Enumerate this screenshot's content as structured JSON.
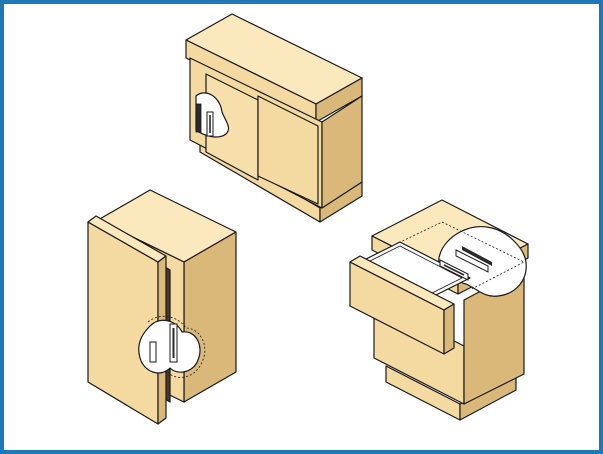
{
  "figure": {
    "border_color": "#1e78b8",
    "background": "#ffffff",
    "colors": {
      "wood_front": "#f4d9a0",
      "wood_side": "#d9b87a",
      "wood_top": "#fbe8bd",
      "cutaway": "#ffffff",
      "magnet_dark": "#2b2b2b",
      "outline": "#1a1a1a"
    },
    "illustrations": [
      {
        "name": "sideboard-with-sliding-doors",
        "hardware": "magnetic-catch-icon"
      },
      {
        "name": "cabinet-with-hinged-door",
        "hardware": "magnetic-catch-icon"
      },
      {
        "name": "drawer-unit-open-drawer",
        "hardware": "magnetic-catch-icon"
      }
    ]
  }
}
